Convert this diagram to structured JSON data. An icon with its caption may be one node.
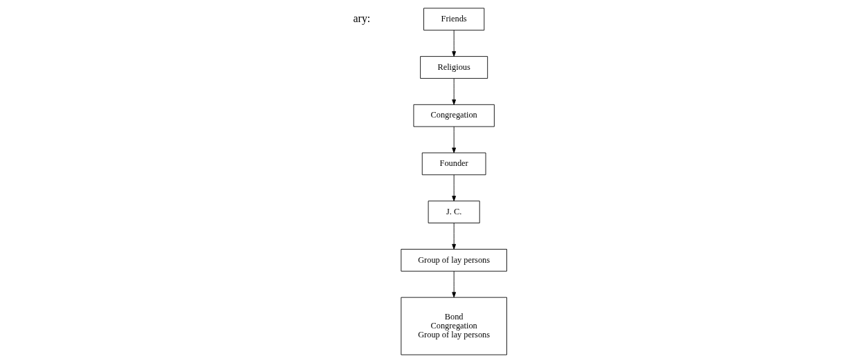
{
  "diagram": {
    "nodes": [
      {
        "text": [
          "Congregation"
        ]
      },
      {
        "text": [
          "Religious"
        ]
      },
      {
        "text": [
          "Founder"
        ]
      },
      {
        "text": [
          "J. C."
        ]
      },
      {
        "text": [
          "Group of lay persons"
        ]
      },
      {
        "text": [
          "Friends"
        ]
      },
      {
        "text": [
          "Bond",
          "Congregation",
          "Group of lay persons"
        ]
      }
    ],
    "edges": [
      {
        "from": 1,
        "to": 0,
        "arrow": "to"
      },
      {
        "from": 0,
        "to": 2,
        "arrow": "to"
      },
      {
        "from": 2,
        "to": 3,
        "arrow": "to"
      },
      {
        "from": 3,
        "to": 4,
        "arrow": "to"
      },
      {
        "from": 4,
        "to": 6,
        "arrow": "to"
      },
      {
        "from": 5,
        "to": 1,
        "arrow": "to"
      }
    ],
    "labels": [
      "ary:"
    ]
  }
}
